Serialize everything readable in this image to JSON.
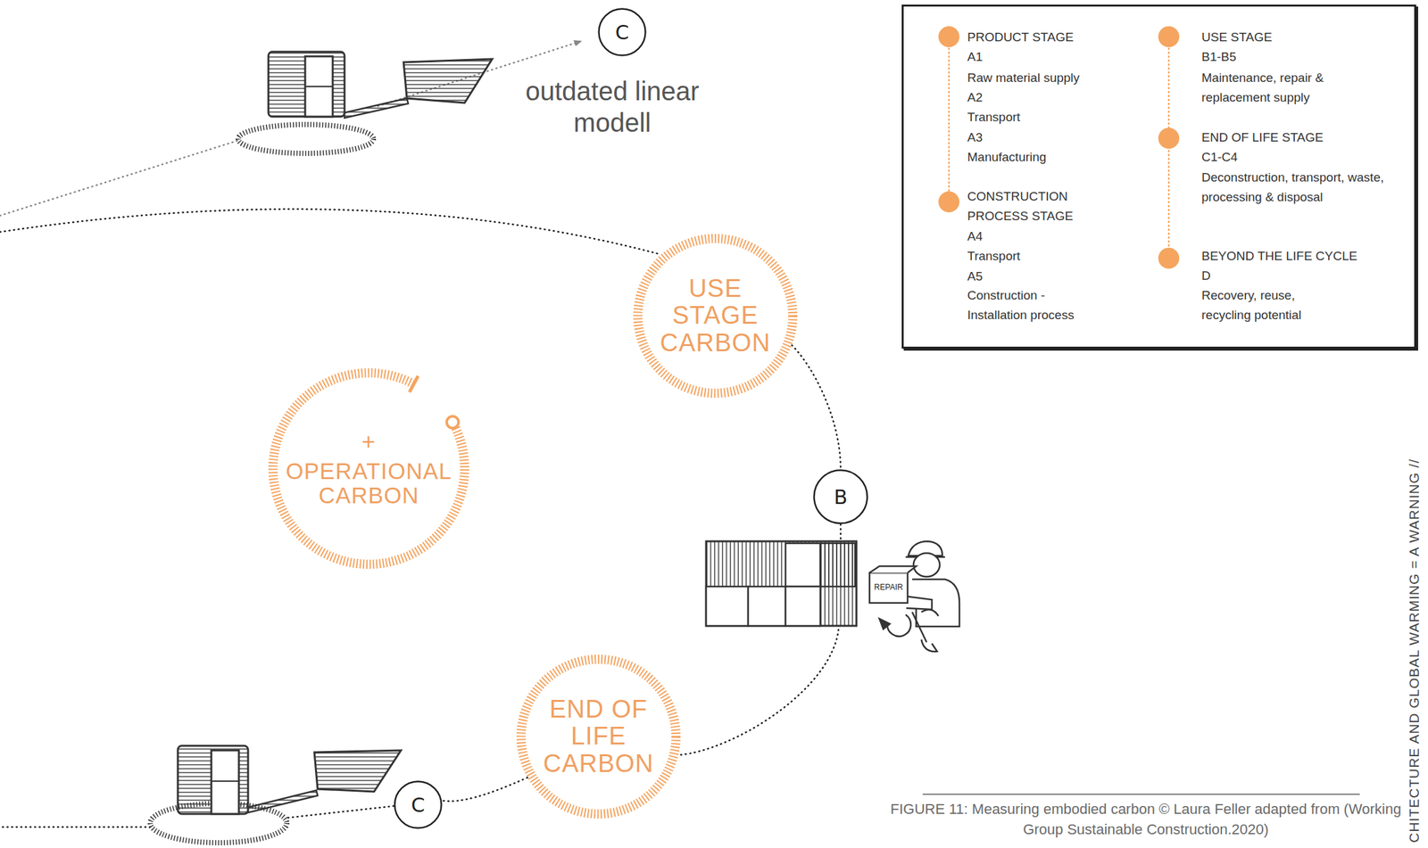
{
  "diagram": {
    "caption": "FIGURE 11: Measuring embodied carbon © Laura Feller adapted from (Working Group Sustainable Construction.2020)",
    "nodes": [
      {
        "text": [
          "C"
        ]
      },
      {
        "text": [
          "PRODUCT STAGE",
          "A1",
          "Raw material supply",
          "A2",
          "Transport",
          "A3",
          "Manufacturing",
          "CONSTRUCTION PROCESS STAGE",
          "A4",
          "Transport",
          "A5",
          "Construction - Installation process",
          "USE STAGE",
          "B1-B5",
          "Maintenance, repair & replacement supply",
          "END OF LIFE STAGE",
          "C1-C4",
          "Deconstruction, transport, waste, processing & disposal",
          "BEYOND THE LIFE CYCLE",
          "D",
          "Recovery, reuse, recycling potential"
        ]
      },
      {
        "text": [
          "USE STAGE CARBON"
        ]
      },
      {
        "text": [
          "+",
          "OPERATIONAL CARBON"
        ]
      },
      {
        "text": [
          "B"
        ]
      },
      {
        "text": [
          "END OF LIFE CARBON"
        ]
      },
      {
        "text": [
          "C"
        ]
      }
    ],
    "edges": [
      {
        "from": 2,
        "to": 4,
        "arrow": "none"
      },
      {
        "from": 4,
        "to": 5,
        "arrow": "none"
      },
      {
        "from": 5,
        "to": 6,
        "arrow": "none"
      }
    ],
    "labels": [
      "outdated linear modell",
      "REPAIR",
      "CHITECTURE AND GLOBAL WARMING = A WARNING //"
    ]
  }
}
